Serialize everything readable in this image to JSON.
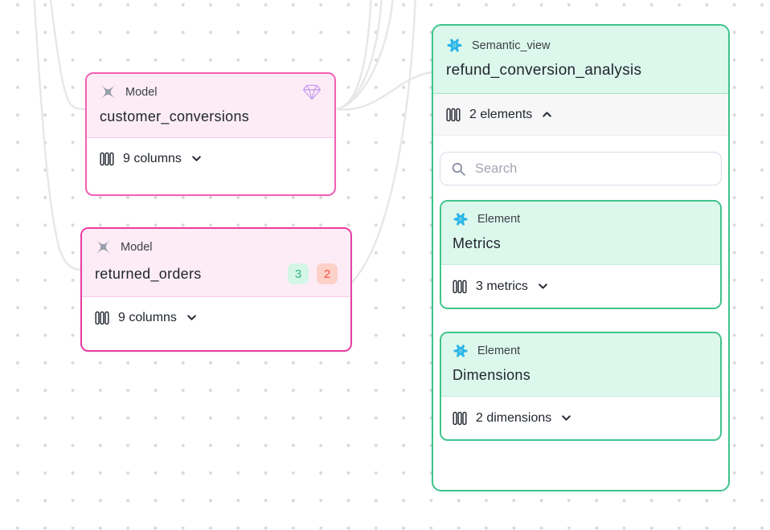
{
  "colors": {
    "model_accent": "#f35fb5",
    "model_accent_selected": "#ea3ba3",
    "model_header_bg": "#fdecf6",
    "semantic_accent": "#3cc48c",
    "semantic_header_bg": "#dcf7eb",
    "snowflake_blue": "#29b5e8",
    "diamond_purple": "#c89df0",
    "badge_pass_bg": "#d4f6e7",
    "badge_pass_text": "#2eb586",
    "badge_fail_bg": "#fdd0c8",
    "badge_fail_text": "#ef5446",
    "edge_gray": "#e7e7e9"
  },
  "nodes": {
    "customer_conversions": {
      "type_label": "Model",
      "title": "customer_conversions",
      "footer_label": "9 columns"
    },
    "returned_orders": {
      "type_label": "Model",
      "title": "returned_orders",
      "badges": [
        {
          "value": "3"
        },
        {
          "value": "2"
        }
      ],
      "footer_label": "9 columns"
    },
    "semantic_view": {
      "type_label": "Semantic_view",
      "title": "refund_conversion_analysis",
      "elements_label": "2 elements",
      "search_placeholder": "Search",
      "children": [
        {
          "type_label": "Element",
          "title": "Metrics",
          "footer_label": "3 metrics"
        },
        {
          "type_label": "Element",
          "title": "Dimensions",
          "footer_label": "2 dimensions"
        }
      ]
    }
  }
}
